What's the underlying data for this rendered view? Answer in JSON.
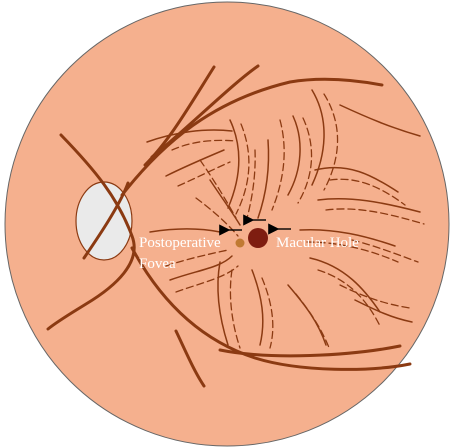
{
  "labels": {
    "postoperative": "Postoperative",
    "fovea": "Fovea",
    "macular_hole": "Macular Hole"
  },
  "colors": {
    "fundus": "#F5B08E",
    "vessel": "#8B3A12",
    "optic_disc": "#EAEAEA",
    "macular_hole": "#7E1D10",
    "postop_fovea": "#C07A33",
    "arrow": "#000000",
    "label_text": "#FFFFFF"
  },
  "icons": {
    "arrows": "left-arrow",
    "arrow_count": 3
  }
}
